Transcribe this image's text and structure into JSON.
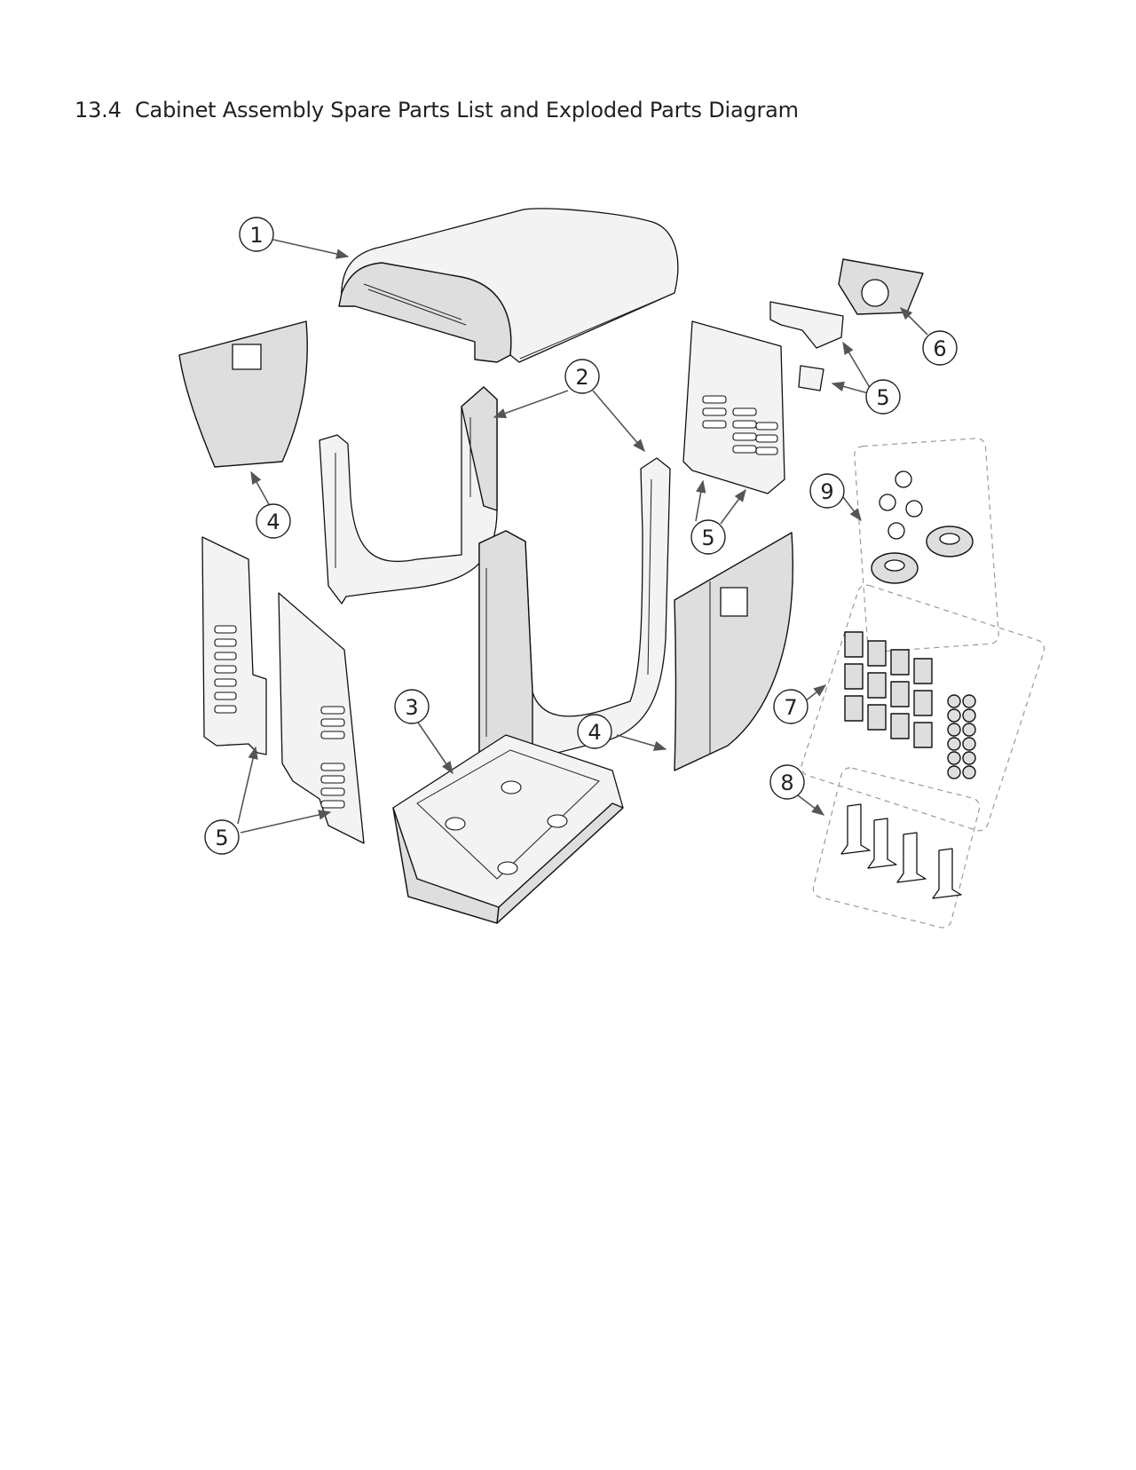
{
  "heading": {
    "number": "13.4",
    "title": "Cabinet Assembly Spare Parts List and Exploded Parts Diagram"
  },
  "diagram": {
    "callouts": [
      {
        "label": "1",
        "part": "top-cover"
      },
      {
        "label": "2",
        "part": "frame-sides"
      },
      {
        "label": "3",
        "part": "base-tray"
      },
      {
        "label": "4",
        "part": "side-panel-left"
      },
      {
        "label": "4",
        "part": "side-panel-right"
      },
      {
        "label": "5",
        "part": "rear-plates"
      },
      {
        "label": "5",
        "part": "rear-louvre-panel"
      },
      {
        "label": "5",
        "part": "side-louvre-panels"
      },
      {
        "label": "6",
        "part": "cable-cover"
      },
      {
        "label": "7",
        "part": "clip-and-screw-kit"
      },
      {
        "label": "8",
        "part": "bracket-kit"
      },
      {
        "label": "9",
        "part": "grommet-kit"
      }
    ]
  }
}
